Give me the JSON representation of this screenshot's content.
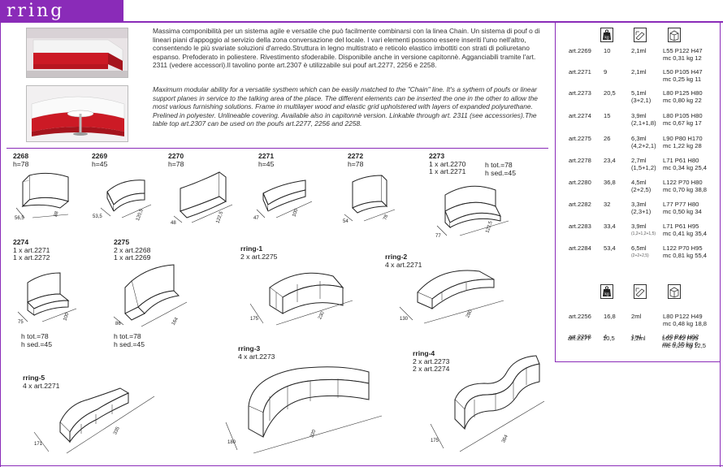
{
  "brand": {
    "name": "rring"
  },
  "description": {
    "italian": "Massima componibilità per un sistema agile e versatile che può facilmente combinarsi con la linea Chain. Un sistema di pouf o di lineari piani d'appoggio al servizio della zona conversazione del locale. I vari elementi possono essere inseriti l'uno nell'altro, consentendo le più svariate soluzioni d'arredo.Struttura in legno multistrato e reticolo elastico imbottiti con strati di poliuretano espanso. Prefoderato in poliestere. Rivestimento sfoderabile. Disponibile anche in versione capitonnè. Agganciabili tramite l'art. 2311 (vedere accessori).Il tavolino ponte art.2307 è utilizzabile sui pouf art.2277, 2256 e 2258.",
    "english": "Maximum modular ability for a versatile systhem which can be easily matched to the \"Chain\" line. It's a sythem of poufs or linear support planes in service to the talking area of the place. The different elements can be inserted the one in the other to allow the most various furnishing solutions. Frame in multilayer wood and elastic grid upholstered with layers of expanded polyurethane. Prelined in polyester. Unlineable covering. Available also in capitonnè version. Linkable through art. 2311 (see accessories).The table top art.2307 can be used on the poufs art.2277, 2256 and 2258."
  },
  "specs": {
    "icon_names": [
      "weight-kg-icon",
      "volume-icon",
      "package-icon"
    ],
    "rows": [
      {
        "art": "art.2269",
        "kg": "10",
        "vol": "2,1ml",
        "vol_sub": "",
        "dim": "L55 P122 H47",
        "mc": "mc 0,31 kg 12"
      },
      {
        "art": "art.2271",
        "kg": "9",
        "vol": "2,1ml",
        "vol_sub": "",
        "dim": "L50 P105 H47",
        "mc": "mc 0,25 kg 11"
      },
      {
        "art": "art.2273",
        "kg": "20,5",
        "vol": "5,1ml",
        "vol_sub": "(3+2,1)",
        "dim": "L80 P125 H80",
        "mc": "mc 0,80 kg 22"
      },
      {
        "art": "art.2274",
        "kg": "15",
        "vol": "3,9ml",
        "vol_sub": "(2,1+1,8)",
        "dim": "L80 P105 H80",
        "mc": "mc 0,67 kg 17"
      },
      {
        "art": "art.2275",
        "kg": "26",
        "vol": "6,3ml",
        "vol_sub": "(4,2+2,1)",
        "dim": "L90 P80 H170",
        "mc": "mc 1,22 kg 28"
      },
      {
        "art": "art.2278",
        "kg": "23,4",
        "vol": "2,7ml",
        "vol_sub": "(1,5+1,2)",
        "dim": "L71 P61 H80",
        "mc": "mc 0,34 kg 25,4"
      },
      {
        "art": "art.2280",
        "kg": "36,8",
        "vol": "4,5ml",
        "vol_sub": "(2+2,5)",
        "dim": "L122 P70 H80",
        "mc": "mc 0,70 kg 38,8"
      },
      {
        "art": "art.2282",
        "kg": "32",
        "vol": "3,3ml",
        "vol_sub": "(2,3+1)",
        "dim": "L77 P77 H80",
        "mc": "mc 0,50 kg 34"
      },
      {
        "art": "art.2283",
        "kg": "33,4",
        "vol": "3,9ml",
        "vol_sub": "(1,2+1,2+1,5)",
        "dim": "L71 P61 H95",
        "mc": "mc 0,41 kg 35,4"
      },
      {
        "art": "art.2284",
        "kg": "53,4",
        "vol": "6,5ml",
        "vol_sub": "(2+2+2,5)",
        "dim": "L122 P70 H95",
        "mc": "mc 0,81 kg 55,4"
      }
    ],
    "rows2": [
      {
        "art": "art.2256",
        "kg": "16,8",
        "vol": "2ml",
        "vol_sub": "",
        "dim": "L80 P122 H49",
        "mc": "mc 0,48 kg 18,8"
      },
      {
        "art": "art.2258",
        "kg": "4",
        "vol": "1ml",
        "vol_sub": "",
        "dim": "L40 P40 H92",
        "mc": "mc 0,15 kg 6"
      },
      {
        "art": "art.2277",
        "kg": "10,5",
        "vol": "1,2ml",
        "vol_sub": "",
        "dim": "L62 P42 H95",
        "mc": "mc 0,25 kg 12,5"
      }
    ]
  },
  "items": [
    {
      "code": "2268",
      "lines": [
        "h=78"
      ],
      "dims": [
        "56,5",
        "88"
      ]
    },
    {
      "code": "2269",
      "lines": [
        "h=45"
      ],
      "dims": [
        "53,5",
        "120,5"
      ]
    },
    {
      "code": "2270",
      "lines": [
        "h=78"
      ],
      "dims": [
        "48",
        "122,5"
      ]
    },
    {
      "code": "2271",
      "lines": [
        "h=45"
      ],
      "dims": [
        "47",
        "100"
      ]
    },
    {
      "code": "2272",
      "lines": [
        "h=78"
      ],
      "dims": [
        "54",
        "78"
      ]
    },
    {
      "code": "2273",
      "lines": [
        "1 x art.2270",
        "1 x art.2271"
      ],
      "extra": [
        "h tot.=78",
        "h sed.=45"
      ],
      "dims": [
        "77",
        "122,5"
      ]
    },
    {
      "code": "2274",
      "lines": [
        "1 x art.2271",
        "1 x art.2272"
      ],
      "extra": [
        "h tot.=78",
        "h sed.=45"
      ],
      "dims": [
        "75",
        "100"
      ]
    },
    {
      "code": "2275",
      "lines": [
        "2 x art.2268",
        "1 x art.2269"
      ],
      "extra": [
        "h tot.=78",
        "h sed.=45"
      ],
      "dims": [
        "86",
        "164"
      ]
    },
    {
      "code": "rring-1",
      "lines": [
        "2 x art.2275"
      ],
      "dims": [
        "175",
        "230"
      ]
    },
    {
      "code": "rring-2",
      "lines": [
        "4 x art.2271"
      ],
      "dims": [
        "130",
        "280"
      ]
    },
    {
      "code": "rring-3",
      "lines": [
        "4 x art.2273"
      ],
      "dims": [
        "180",
        "320"
      ]
    },
    {
      "code": "rring-4",
      "lines": [
        "2 x art.2273",
        "2 x art.2274"
      ],
      "dims": [
        "175",
        "364"
      ]
    },
    {
      "code": "rring-5",
      "lines": [
        "4 x art.2271"
      ],
      "dims": [
        "171",
        "335"
      ]
    }
  ]
}
